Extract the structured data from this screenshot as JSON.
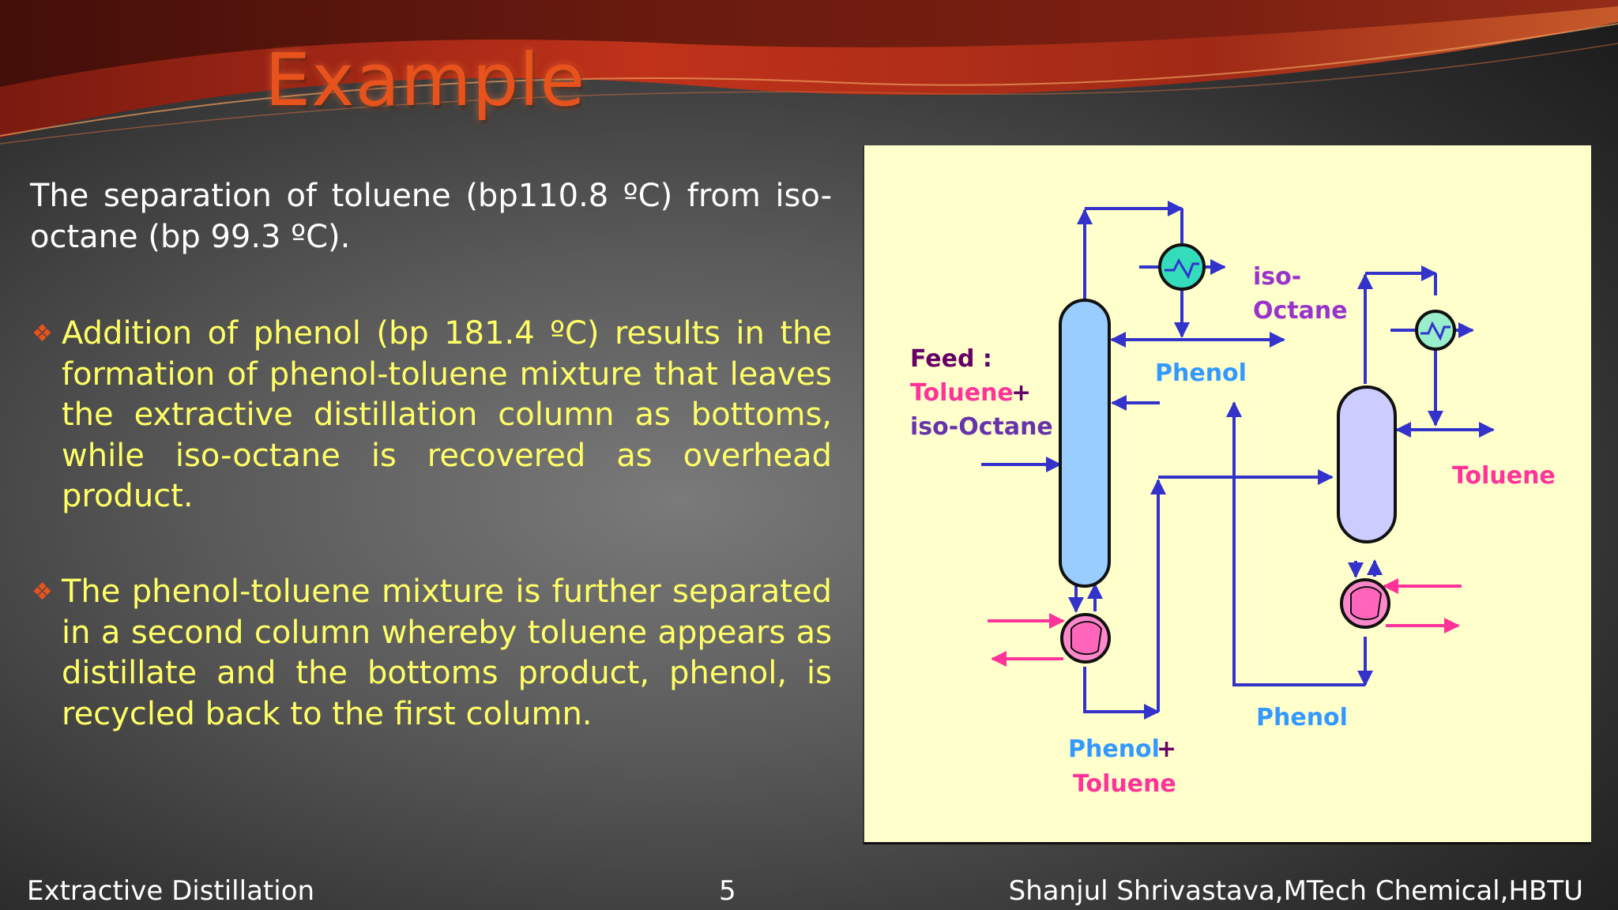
{
  "slide": {
    "title": "Example",
    "intro": "The separation of toluene (bp110.8 ºC) from iso-octane (bp 99.3 ºC).",
    "bullets": [
      "Addition of phenol (bp 181.4 ºC) results in the formation of phenol-toluene mixture that leaves the extractive distillation column as bottoms, while iso-octane is recovered as overhead product.",
      "The phenol-toluene mixture is further separated in a second column whereby toluene appears as distillate and the bottoms product, phenol, is recycled back to the first column."
    ],
    "bullet_icon": "diamond-bullet-icon"
  },
  "diagram": {
    "feed_label": "Feed :",
    "feed_toluene": "Toluene",
    "feed_plus": "+",
    "feed_isooctane": "iso-Octane",
    "isooctane_line1": "iso-",
    "isooctane_line2": "Octane",
    "phenol_top": "Phenol",
    "toluene_right": "Toluene",
    "phenol_bottom": "Phenol",
    "bottoms_phenol": "Phenol",
    "bottoms_plus": "+",
    "bottoms_toluene": "Toluene"
  },
  "footer": {
    "left": "Extractive Distillation",
    "page": "5",
    "right": "Shanjul Shrivastava,MTech Chemical,HBTU"
  },
  "colors": {
    "title": "#e8521c",
    "bullet_text": "#ffff66",
    "panel_bg": "#ffffcc",
    "line_blue": "#3333cc",
    "pink": "#ff3399",
    "column1": "#99ccff",
    "column2": "#ccccff",
    "condenser": "#33ddbb",
    "reboiler": "#ff88cc"
  }
}
